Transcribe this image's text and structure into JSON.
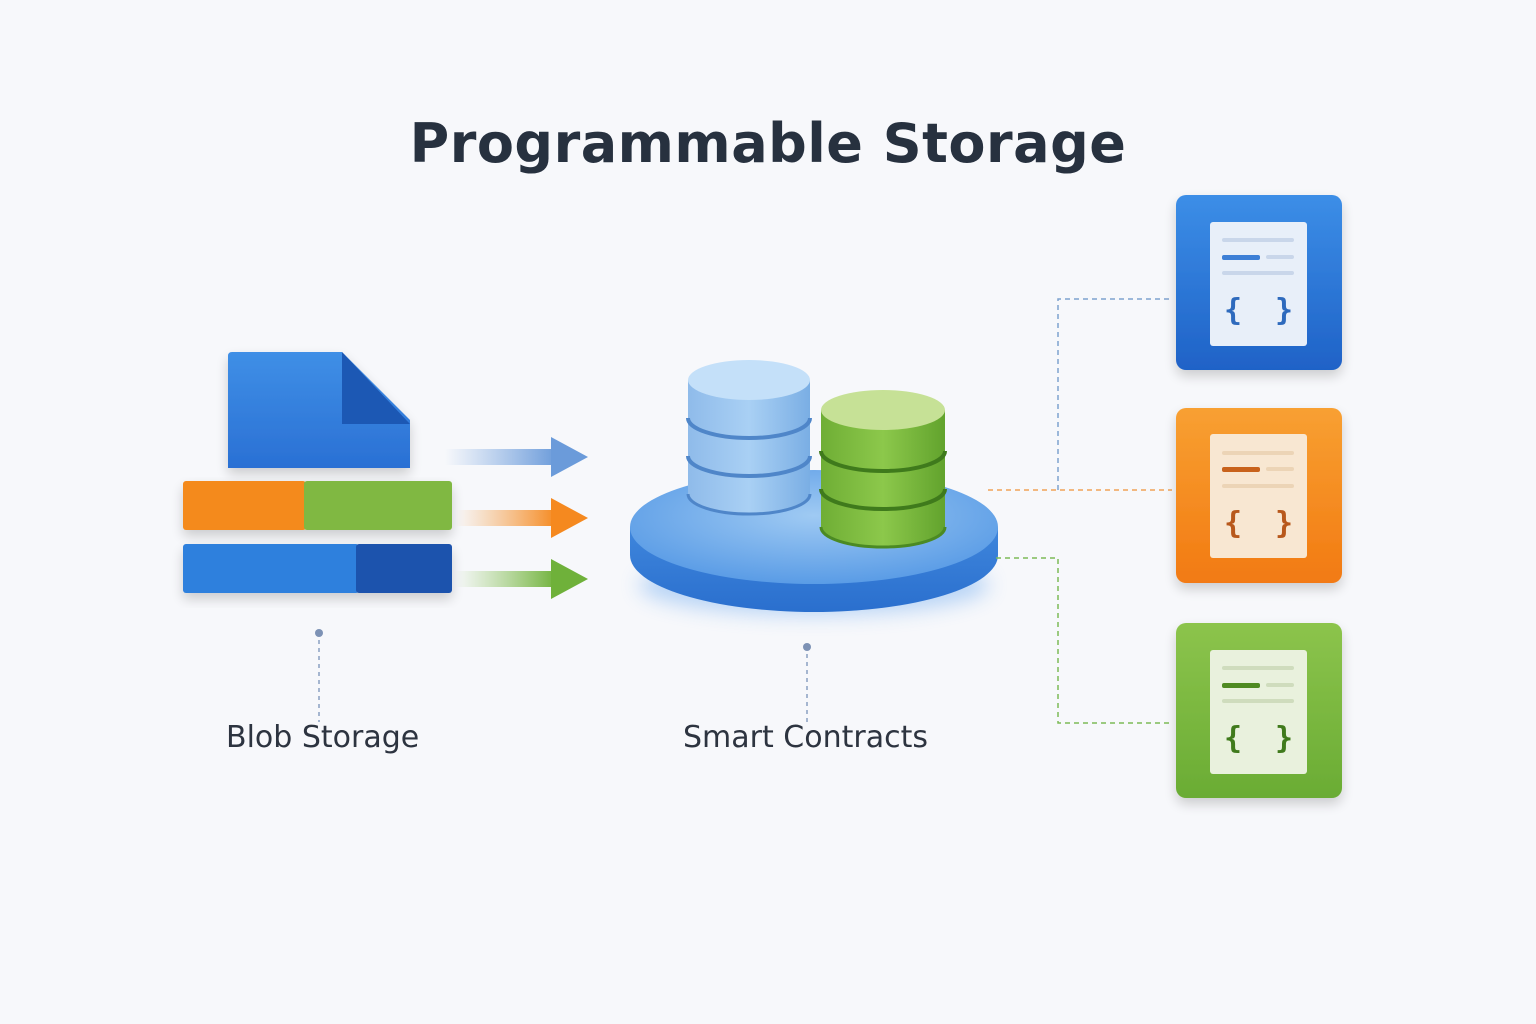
{
  "title": "Programmable Storage",
  "labels": {
    "blob_storage": "Blob Storage",
    "smart_contracts": "Smart Contracts"
  },
  "colors": {
    "background": "#f7f8fb",
    "title": "#27313f",
    "blue": "#2f7fdc",
    "dark_blue": "#1d56b0",
    "orange": "#f5891f",
    "green": "#7cb83a",
    "light_blue_cylinder": "#9fc8ef",
    "green_cylinder": "#86bf45"
  },
  "icons": {
    "file": "file-icon",
    "data_bars": "data-bar-icon",
    "arrows": "arrow-right-icon",
    "database": "database-cylinder-icon",
    "contract_cards": "code-document-icon"
  },
  "contract_cards": [
    {
      "color": "blue"
    },
    {
      "color": "orange"
    },
    {
      "color": "green"
    }
  ]
}
